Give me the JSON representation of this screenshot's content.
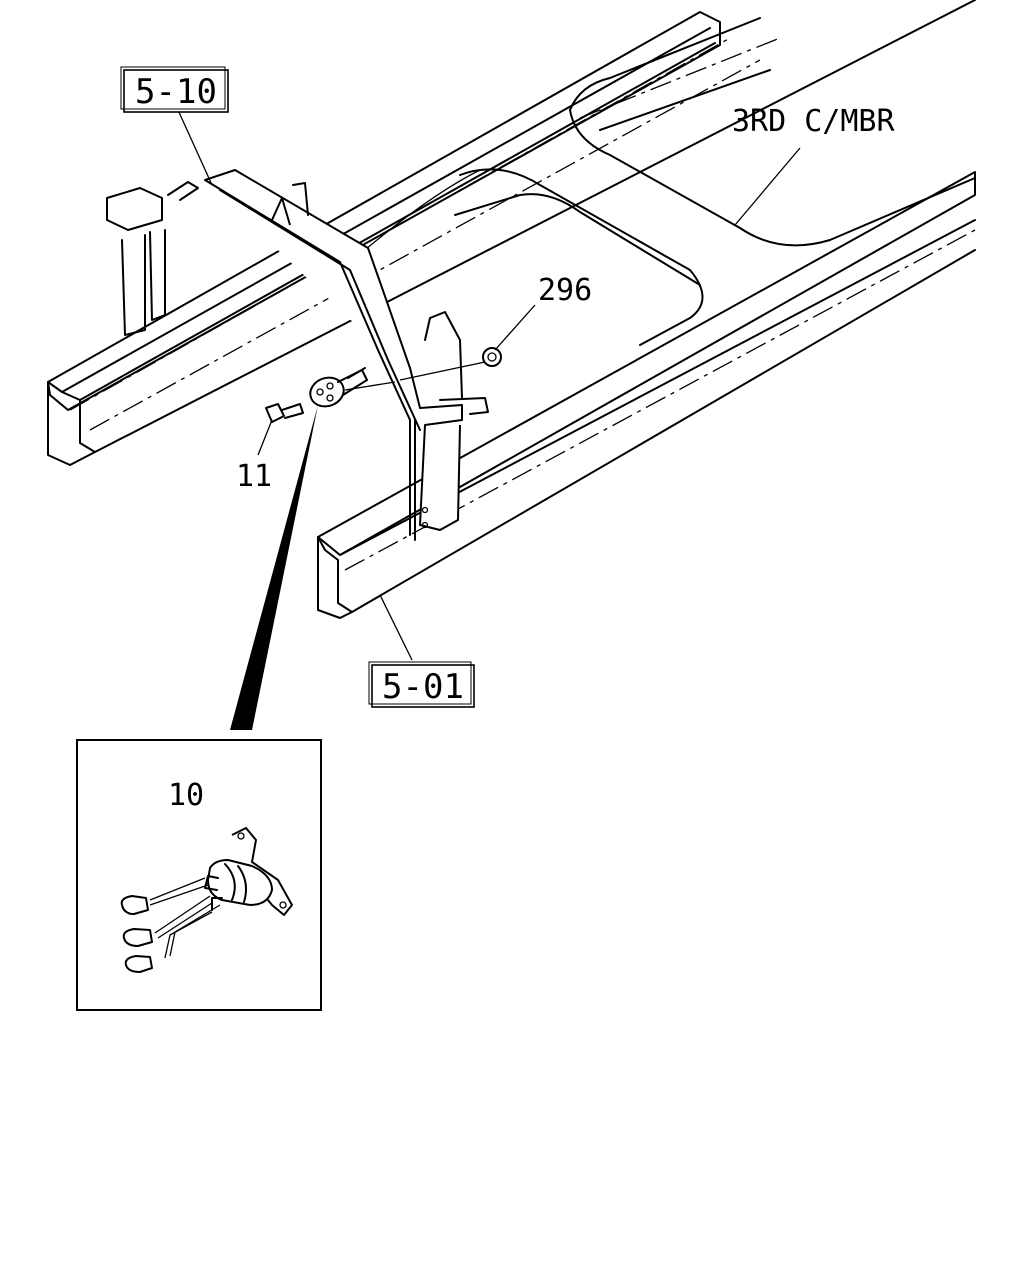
{
  "diagram": {
    "reference_boxes": [
      {
        "id": "ref-5-10",
        "label": "5-10"
      },
      {
        "id": "ref-5-01",
        "label": "5-01"
      }
    ],
    "callouts": [
      {
        "id": "callout-3rd-cmbr",
        "label": "3RD C/MBR"
      },
      {
        "id": "callout-296",
        "label": "296"
      },
      {
        "id": "callout-11",
        "label": "11"
      },
      {
        "id": "callout-10",
        "label": "10"
      }
    ]
  }
}
